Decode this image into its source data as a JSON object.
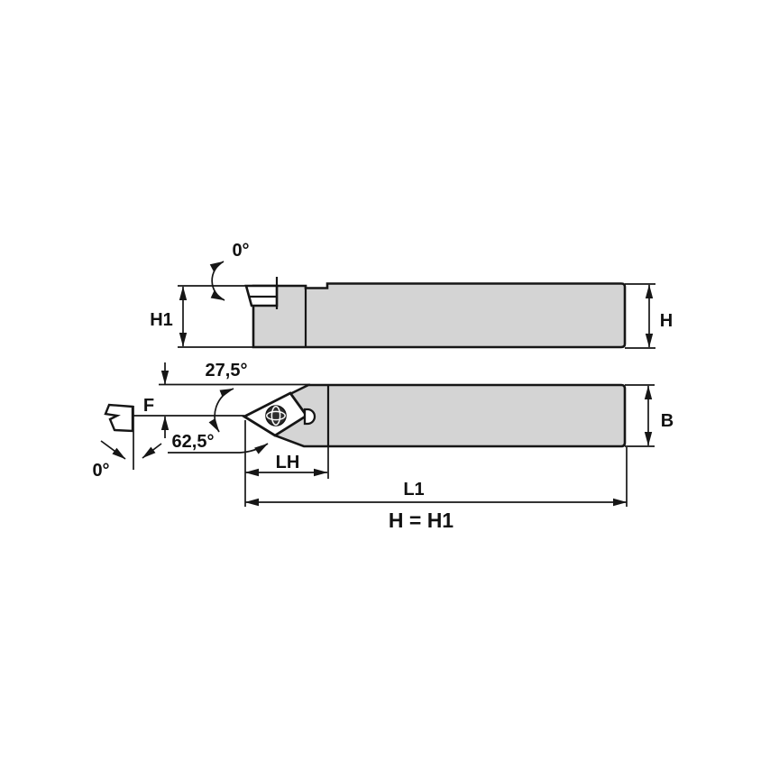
{
  "drawing": {
    "labels": {
      "side_rake_angle": "0°",
      "h1": "H1",
      "h": "H",
      "lead_angle": "27,5°",
      "f": "F",
      "secondary_angle": "62,5°",
      "front_clearance_angle": "0°",
      "lh": "LH",
      "b": "B",
      "l1": "L1",
      "equality": "H = H1"
    },
    "colors": {
      "body_fill": "#d4d4d4",
      "line": "#161616",
      "screw_fill": "#2e2e2e",
      "insert_fill": "#ffffff",
      "background": "#ffffff"
    }
  }
}
